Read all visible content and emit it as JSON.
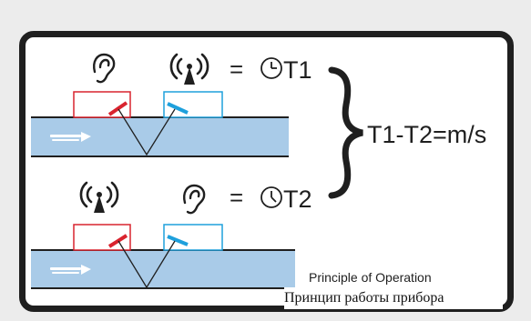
{
  "formula": {
    "equals_sign": "=",
    "t1_label": "T1",
    "t2_label": "T2",
    "result": "T1-T2=m/s"
  },
  "caption_en": "Principle of Operation",
  "caption_ru": "Принцип работы прибора",
  "colors": {
    "pipe": "#a9cbe8",
    "flow_arrow": "#ffffff",
    "transducer_red": "#d9232e",
    "transducer_blue": "#1ea0dc",
    "outline": "#1f1f1f"
  },
  "icons": {
    "listener": "ear-icon",
    "emitter": "transmitter-icon",
    "clock": "clock-icon"
  }
}
